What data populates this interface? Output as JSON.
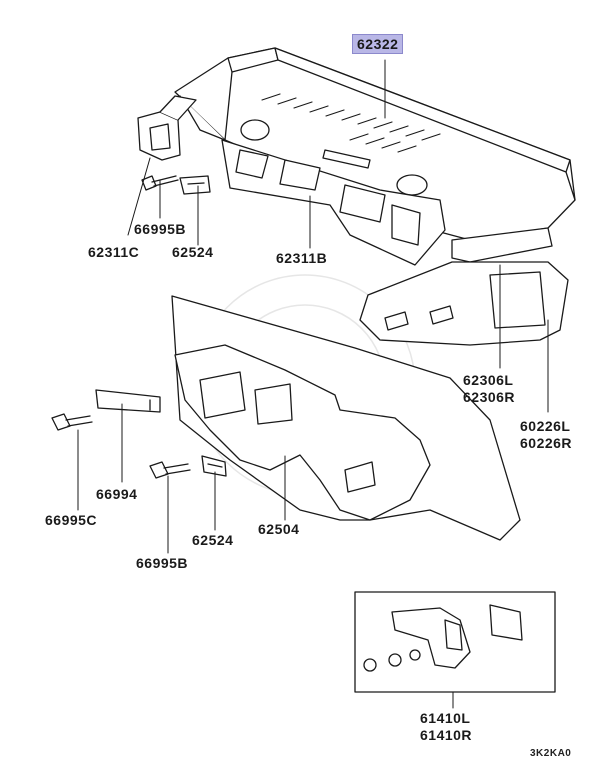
{
  "diagram": {
    "highlight_color": "#b9b7e6",
    "line_color": "#1a1a1a",
    "callouts": {
      "p62322": "62322",
      "p66995B_top": "66995B",
      "p62311C": "62311C",
      "p62524_top": "62524",
      "p62311B": "62311B",
      "p62306L": "62306L",
      "p62306R": "62306R",
      "p60226L": "60226L",
      "p60226R": "60226R",
      "p66994": "66994",
      "p66995C": "66995C",
      "p62524_bot": "62524",
      "p62504": "62504",
      "p66995B_bot": "66995B",
      "p61410L": "61410L",
      "p61410R": "61410R"
    },
    "figure_code": "3K2KA0"
  }
}
